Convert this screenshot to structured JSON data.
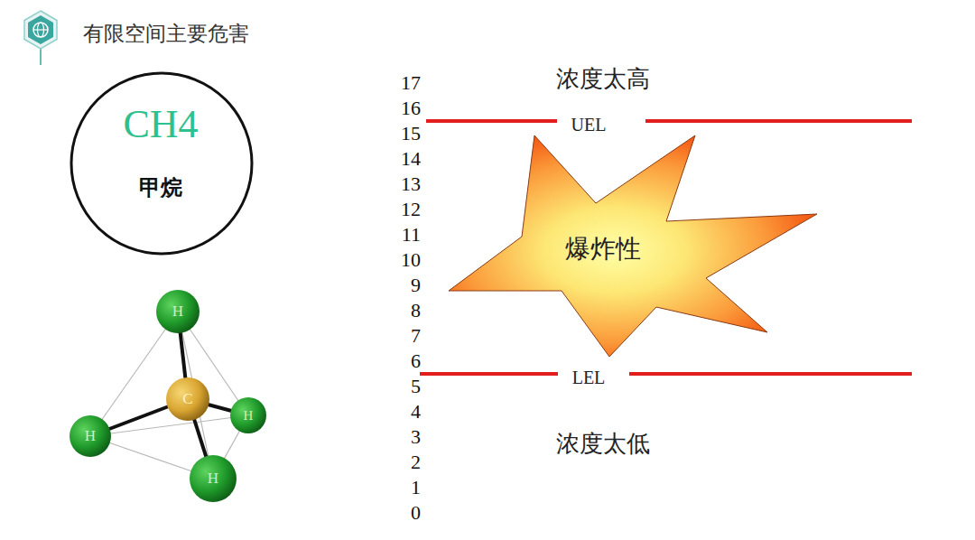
{
  "diagram": {
    "title": "有限空间主要危害",
    "nodes": [
      {
        "text": [
          "CH4",
          "甲烷"
        ]
      },
      {
        "text": [
          "爆炸性"
        ]
      }
    ],
    "labels": [
      "17",
      "16",
      "15",
      "14",
      "13",
      "12",
      "11",
      "10",
      "9",
      "8",
      "7",
      "6",
      "5",
      "4",
      "3",
      "2",
      "1",
      "0",
      "浓度太高",
      "UEL",
      "LEL",
      "浓度太低",
      "H",
      "H",
      "H",
      "H",
      "C"
    ]
  }
}
